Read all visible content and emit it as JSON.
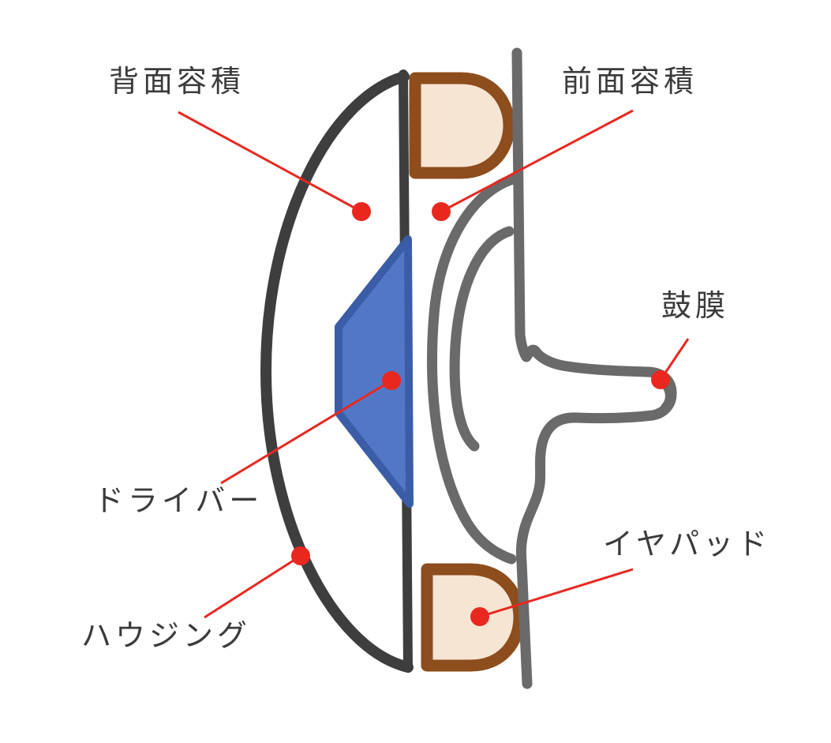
{
  "labels": {
    "back_volume": "背面容積",
    "front_volume": "前面容積",
    "eardrum": "鼓膜",
    "driver": "ドライバー",
    "housing": "ハウジング",
    "earpad": "イヤパッド"
  },
  "colors": {
    "background": "#ffffff",
    "housing_stroke": "#3e3e3e",
    "ear_stroke": "#6a6a6a",
    "pad_border": "#8e4d1d",
    "pad_fill": "#f7e5d4",
    "driver_border": "#3b5ca7",
    "driver_fill": "#5377c7",
    "leader": "#e8281f",
    "label_text": "#3b3b3b"
  }
}
